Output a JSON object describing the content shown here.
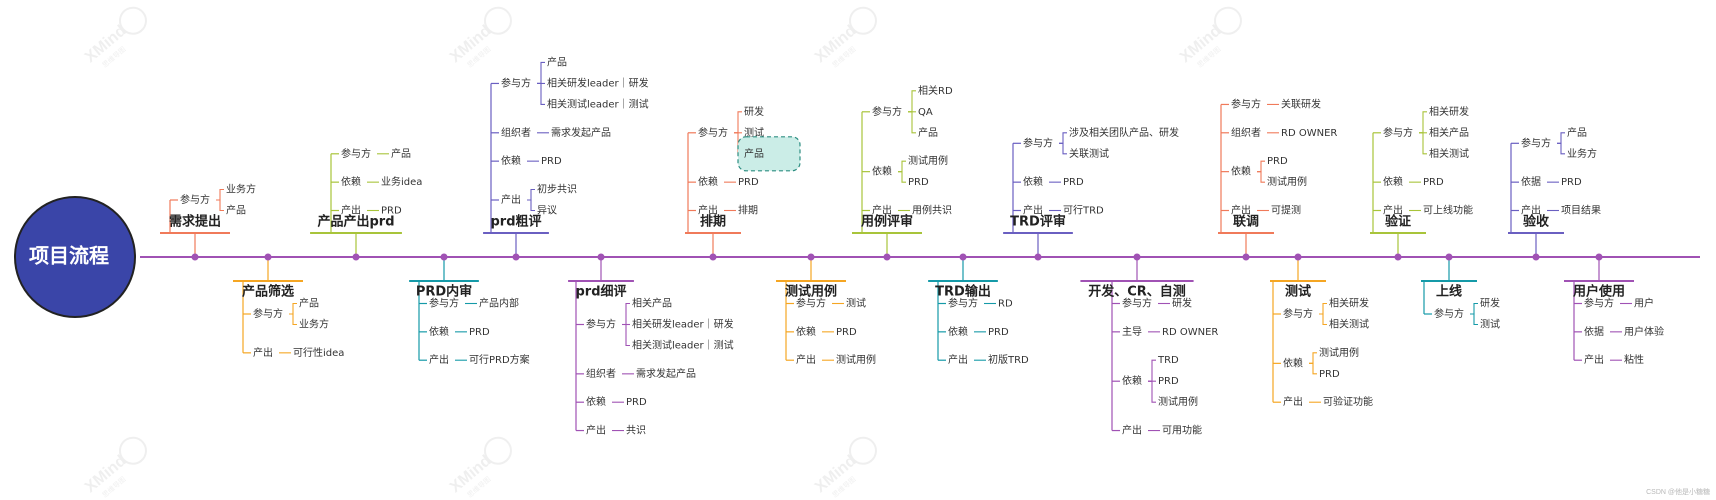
{
  "root": {
    "label": "项目流程",
    "color": "#3A45A8"
  },
  "stages": [
    {
      "label": "需求提出",
      "color": "#F07A5A",
      "children": [
        {
          "label": "参与方",
          "children": [
            {
              "label": "业务方"
            },
            {
              "label": "产品"
            }
          ]
        }
      ]
    },
    {
      "label": "产品筛选",
      "color": "#F5A623",
      "children": [
        {
          "label": "参与方",
          "children": [
            {
              "label": "产品"
            },
            {
              "label": "业务方"
            }
          ]
        },
        {
          "label": "产出",
          "children": [
            {
              "label": "可行性idea"
            }
          ]
        }
      ]
    },
    {
      "label": "产品产出prd",
      "color": "#A8C43A",
      "children": [
        {
          "label": "参与方",
          "children": [
            {
              "label": "产品"
            }
          ]
        },
        {
          "label": "依赖",
          "children": [
            {
              "label": "业务idea"
            }
          ]
        },
        {
          "label": "产出",
          "children": [
            {
              "label": "PRD"
            }
          ]
        }
      ]
    },
    {
      "label": "PRD内审",
      "color": "#159AA8",
      "children": [
        {
          "label": "参与方",
          "children": [
            {
              "label": "产品内部"
            }
          ]
        },
        {
          "label": "依赖",
          "children": [
            {
              "label": "PRD"
            }
          ]
        },
        {
          "label": "产出",
          "children": [
            {
              "label": "可行PRD方案"
            }
          ]
        }
      ]
    },
    {
      "label": "prd粗评",
      "color": "#6A5FC1",
      "children": [
        {
          "label": "参与方",
          "children": [
            {
              "label": "产品"
            },
            {
              "label": "相关研发leader｜研发"
            },
            {
              "label": "相关测试leader｜测试"
            }
          ]
        },
        {
          "label": "组织者",
          "children": [
            {
              "label": "需求发起产品"
            }
          ]
        },
        {
          "label": "依赖",
          "children": [
            {
              "label": "PRD"
            }
          ]
        },
        {
          "label": "产出",
          "children": [
            {
              "label": "初步共识"
            },
            {
              "label": "异议"
            }
          ]
        }
      ]
    },
    {
      "label": "prd细评",
      "color": "#A052B4",
      "children": [
        {
          "label": "参与方",
          "children": [
            {
              "label": "相关产品"
            },
            {
              "label": "相关研发leader｜研发"
            },
            {
              "label": "相关测试leader｜测试"
            }
          ]
        },
        {
          "label": "组织者",
          "children": [
            {
              "label": "需求发起产品"
            }
          ]
        },
        {
          "label": "依赖",
          "children": [
            {
              "label": "PRD"
            }
          ]
        },
        {
          "label": "产出",
          "children": [
            {
              "label": "共识"
            }
          ]
        }
      ]
    },
    {
      "label": "排期",
      "color": "#F07A5A",
      "children": [
        {
          "label": "参与方",
          "children": [
            {
              "label": "研发"
            },
            {
              "label": "测试"
            },
            {
              "label": "产品"
            }
          ]
        },
        {
          "label": "依赖",
          "children": [
            {
              "label": "PRD"
            }
          ]
        },
        {
          "label": "产出",
          "children": [
            {
              "label": "排期"
            }
          ]
        }
      ]
    },
    {
      "label": "测试用例",
      "color": "#F5A623",
      "children": [
        {
          "label": "参与方",
          "children": [
            {
              "label": "测试"
            }
          ]
        },
        {
          "label": "依赖",
          "children": [
            {
              "label": "PRD"
            }
          ]
        },
        {
          "label": "产出",
          "children": [
            {
              "label": "测试用例"
            }
          ]
        }
      ]
    },
    {
      "label": "用例评审",
      "color": "#A8C43A",
      "children": [
        {
          "label": "参与方",
          "children": [
            {
              "label": "相关RD"
            },
            {
              "label": "QA"
            },
            {
              "label": "产品"
            }
          ]
        },
        {
          "label": "依赖",
          "children": [
            {
              "label": "测试用例"
            },
            {
              "label": "PRD"
            }
          ]
        },
        {
          "label": "产出",
          "children": [
            {
              "label": "用例共识"
            }
          ]
        }
      ]
    },
    {
      "label": "TRD输出",
      "color": "#159AA8",
      "children": [
        {
          "label": "参与方",
          "children": [
            {
              "label": "RD"
            }
          ]
        },
        {
          "label": "依赖",
          "children": [
            {
              "label": "PRD"
            }
          ]
        },
        {
          "label": "产出",
          "children": [
            {
              "label": "初版TRD"
            }
          ]
        }
      ]
    },
    {
      "label": "TRD评审",
      "color": "#6A5FC1",
      "children": [
        {
          "label": "参与方",
          "children": [
            {
              "label": "涉及相关团队产品、研发"
            },
            {
              "label": "关联测试"
            }
          ]
        },
        {
          "label": "依赖",
          "children": [
            {
              "label": "PRD"
            }
          ]
        },
        {
          "label": "产出",
          "children": [
            {
              "label": "可行TRD"
            }
          ]
        }
      ]
    },
    {
      "label": "开发、CR、自测",
      "color": "#A052B4",
      "children": [
        {
          "label": "参与方",
          "children": [
            {
              "label": "研发"
            }
          ]
        },
        {
          "label": "主导",
          "children": [
            {
              "label": "RD OWNER"
            }
          ]
        },
        {
          "label": "依赖",
          "children": [
            {
              "label": "TRD"
            },
            {
              "label": "PRD"
            },
            {
              "label": "测试用例"
            }
          ]
        },
        {
          "label": "产出",
          "children": [
            {
              "label": "可用功能"
            }
          ]
        }
      ]
    },
    {
      "label": "联调",
      "color": "#F07A5A",
      "children": [
        {
          "label": "参与方",
          "children": [
            {
              "label": "关联研发"
            }
          ]
        },
        {
          "label": "组织者",
          "children": [
            {
              "label": "RD OWNER"
            }
          ]
        },
        {
          "label": "依赖",
          "children": [
            {
              "label": "PRD"
            },
            {
              "label": "测试用例"
            }
          ]
        },
        {
          "label": "产出",
          "children": [
            {
              "label": "可提测"
            }
          ]
        }
      ]
    },
    {
      "label": "测试",
      "color": "#F5A623",
      "children": [
        {
          "label": "参与方",
          "children": [
            {
              "label": "相关研发"
            },
            {
              "label": "相关测试"
            }
          ]
        },
        {
          "label": "依赖",
          "children": [
            {
              "label": "测试用例"
            },
            {
              "label": "PRD"
            }
          ]
        },
        {
          "label": "产出",
          "children": [
            {
              "label": "可验证功能"
            }
          ]
        }
      ]
    },
    {
      "label": "验证",
      "color": "#A8C43A",
      "children": [
        {
          "label": "参与方",
          "children": [
            {
              "label": "相关研发"
            },
            {
              "label": "相关产品"
            },
            {
              "label": "相关测试"
            }
          ]
        },
        {
          "label": "依赖",
          "children": [
            {
              "label": "PRD"
            }
          ]
        },
        {
          "label": "产出",
          "children": [
            {
              "label": "可上线功能"
            }
          ]
        }
      ]
    },
    {
      "label": "上线",
      "color": "#159AA8",
      "children": [
        {
          "label": "参与方",
          "children": [
            {
              "label": "研发"
            },
            {
              "label": "测试"
            }
          ]
        }
      ]
    },
    {
      "label": "验收",
      "color": "#6A5FC1",
      "children": [
        {
          "label": "参与方",
          "children": [
            {
              "label": "产品"
            },
            {
              "label": "业务方"
            }
          ]
        },
        {
          "label": "依据",
          "children": [
            {
              "label": "PRD"
            }
          ]
        },
        {
          "label": "产出",
          "children": [
            {
              "label": "项目结果"
            }
          ]
        }
      ]
    },
    {
      "label": "用户使用",
      "color": "#A052B4",
      "children": [
        {
          "label": "参与方",
          "children": [
            {
              "label": "用户"
            }
          ]
        },
        {
          "label": "依据",
          "children": [
            {
              "label": "用户体验"
            }
          ]
        },
        {
          "label": "产出",
          "children": [
            {
              "label": "粘性"
            }
          ]
        }
      ]
    }
  ],
  "highlight": {
    "stage": 6,
    "child": 0,
    "leaf": 2,
    "fill": "#CBEDE7",
    "stroke": "#2E8E82"
  },
  "timeline_color": "#A052B4",
  "watermark": {
    "text": "XMind",
    "sub": "思维导图"
  },
  "credit": "CSDN @他是小糖糖"
}
